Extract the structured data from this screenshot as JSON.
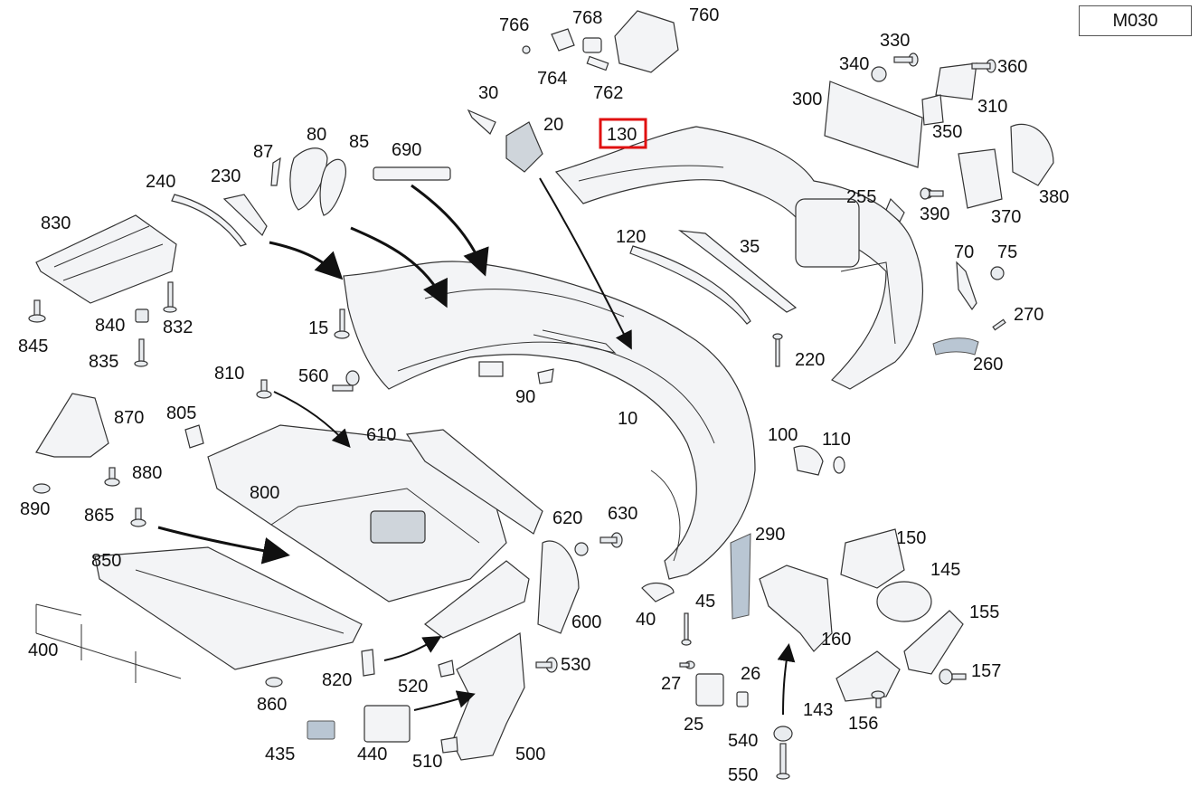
{
  "diagram_code": "M030",
  "highlighted_label": "130",
  "accent_color": "#e01010",
  "labels": [
    "766",
    "768",
    "760",
    "764",
    "762",
    "30",
    "20",
    "130",
    "330",
    "340",
    "360",
    "300",
    "310",
    "350",
    "380",
    "255",
    "390",
    "370",
    "690",
    "80",
    "85",
    "87",
    "240",
    "230",
    "830",
    "120",
    "35",
    "70",
    "75",
    "270",
    "845",
    "840",
    "832",
    "835",
    "15",
    "220",
    "260",
    "810",
    "560",
    "90",
    "805",
    "870",
    "880",
    "890",
    "610",
    "10",
    "100",
    "110",
    "800",
    "865",
    "620",
    "630",
    "850",
    "290",
    "150",
    "145",
    "155",
    "600",
    "45",
    "40",
    "400",
    "160",
    "820",
    "520",
    "530",
    "27",
    "26",
    "157",
    "25",
    "860",
    "143",
    "156",
    "435",
    "440",
    "510",
    "500",
    "540",
    "550"
  ]
}
